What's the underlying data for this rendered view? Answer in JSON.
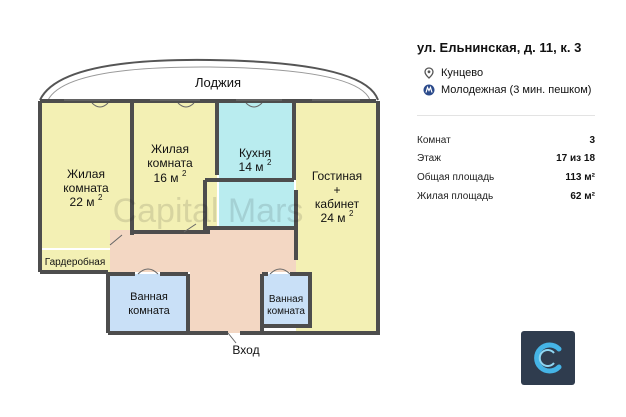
{
  "plan": {
    "rooms": [
      {
        "id": "living1",
        "line1": "Жилая",
        "line2": "комната",
        "area": "22 м",
        "sup": "2"
      },
      {
        "id": "living2",
        "line1": "Жилая",
        "line2": "комната",
        "area": "16 м",
        "sup": "2"
      },
      {
        "id": "kitchen",
        "line1": "Кухня",
        "area": "14 м",
        "sup": "2"
      },
      {
        "id": "lounge",
        "line1": "Гостиная",
        "line2": "+",
        "line3": "кабинет",
        "area": "24 м",
        "sup": "2"
      },
      {
        "id": "bath1",
        "line1": "Ванная",
        "line2": "комната"
      },
      {
        "id": "bath2",
        "line1": "Ванная",
        "line2": "комната"
      }
    ],
    "loggia": "Лоджия",
    "wardrobe": "Гардеробная",
    "entrance": "Вход",
    "watermark": "Capital Mars",
    "colors": {
      "living": "#f3f0b4",
      "kitchen": "#b9ecef",
      "hall": "#f3d7c3",
      "bath": "#c9e0f7",
      "wall": "#4d4d4d"
    }
  },
  "address": "ул. Ельнинская, д. 11, к. 3",
  "locations": [
    {
      "icon": "location-pin-icon",
      "label": "Кунцево"
    },
    {
      "icon": "metro-icon",
      "label": "Молодежная (3 мин. пешком)"
    }
  ],
  "stats": [
    {
      "key": "Комнат",
      "value": "3"
    },
    {
      "key": "Этаж",
      "value": "17 из 18"
    },
    {
      "key": "Общая площадь",
      "value": "113 м²"
    },
    {
      "key": "Жилая площадь",
      "value": "62 м²"
    }
  ],
  "logo": "capital-mars-logo-icon"
}
